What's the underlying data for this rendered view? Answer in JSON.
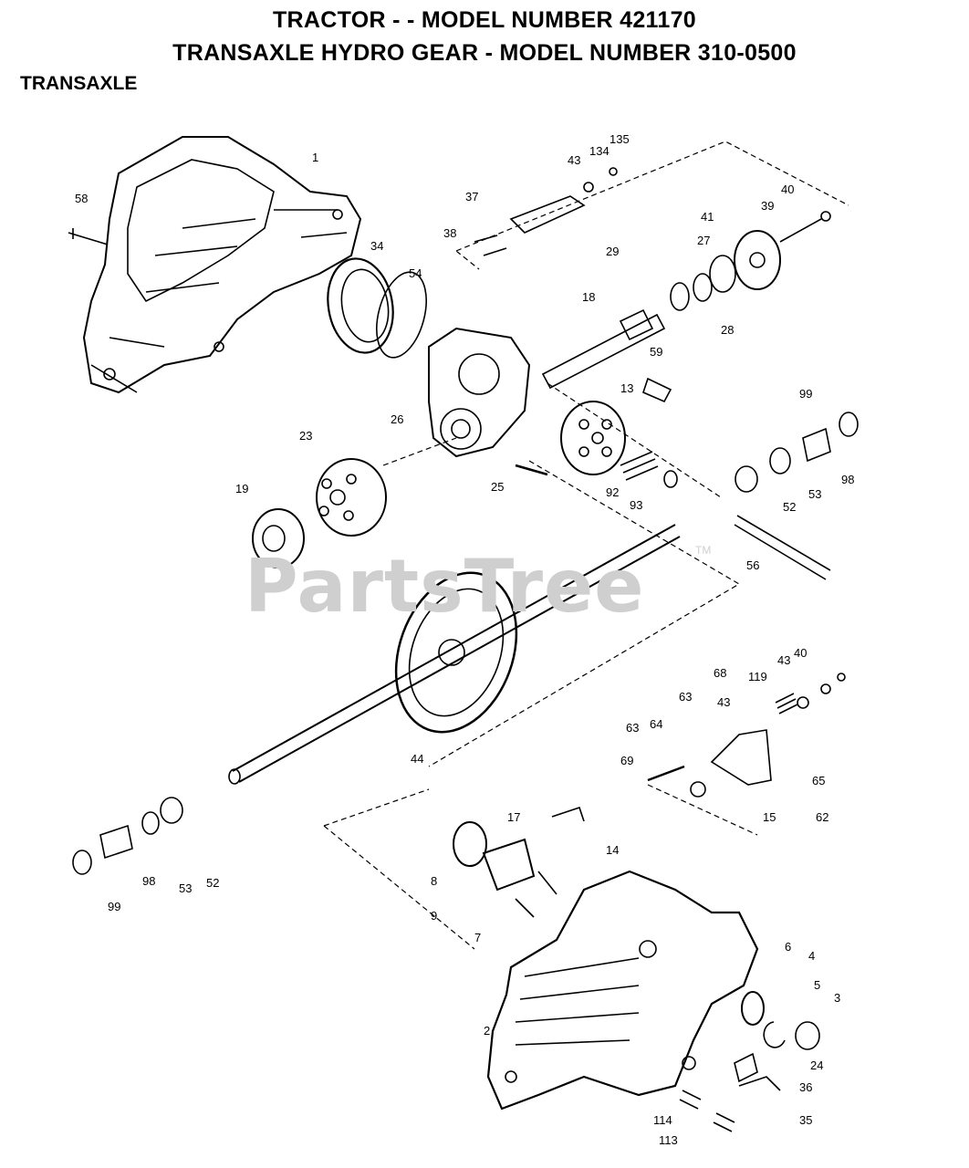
{
  "header": {
    "line1": "TRACTOR - - MODEL NUMBER 421170",
    "line2": "TRANSAXLE HYDRO GEAR - MODEL NUMBER 310-0500",
    "section": "TRANSAXLE"
  },
  "watermark": {
    "text": "PartsTree",
    "tm": "TM"
  },
  "callouts": {
    "c1": "1",
    "c58": "58",
    "c34": "34",
    "c54": "54",
    "c135": "135",
    "c134": "134",
    "c43a": "43",
    "c37": "37",
    "c38": "38",
    "c40a": "40",
    "c39": "39",
    "c41": "41",
    "c27": "27",
    "c29": "29",
    "c28": "28",
    "c18": "18",
    "c59": "59",
    "c26": "26",
    "c13": "13",
    "c99a": "99",
    "c23": "23",
    "c25": "25",
    "c92": "92",
    "c93": "93",
    "c52a": "52",
    "c53a": "53",
    "c98a": "98",
    "c19": "19",
    "c56": "56",
    "c40b": "40",
    "c43b": "43",
    "c68": "68",
    "c119": "119",
    "c63a": "63",
    "c43c": "43",
    "c63b": "63",
    "c64": "64",
    "c69": "69",
    "c65": "65",
    "c44": "44",
    "c15": "15",
    "c62": "62",
    "c17": "17",
    "c14": "14",
    "c8": "8",
    "c9": "9",
    "c7": "7",
    "c52b": "52",
    "c53b": "53",
    "c98b": "98",
    "c99b": "99",
    "c6": "6",
    "c4": "4",
    "c5": "5",
    "c3": "3",
    "c2": "2",
    "c24": "24",
    "c36": "36",
    "c35": "35",
    "c114": "114",
    "c113": "113"
  }
}
